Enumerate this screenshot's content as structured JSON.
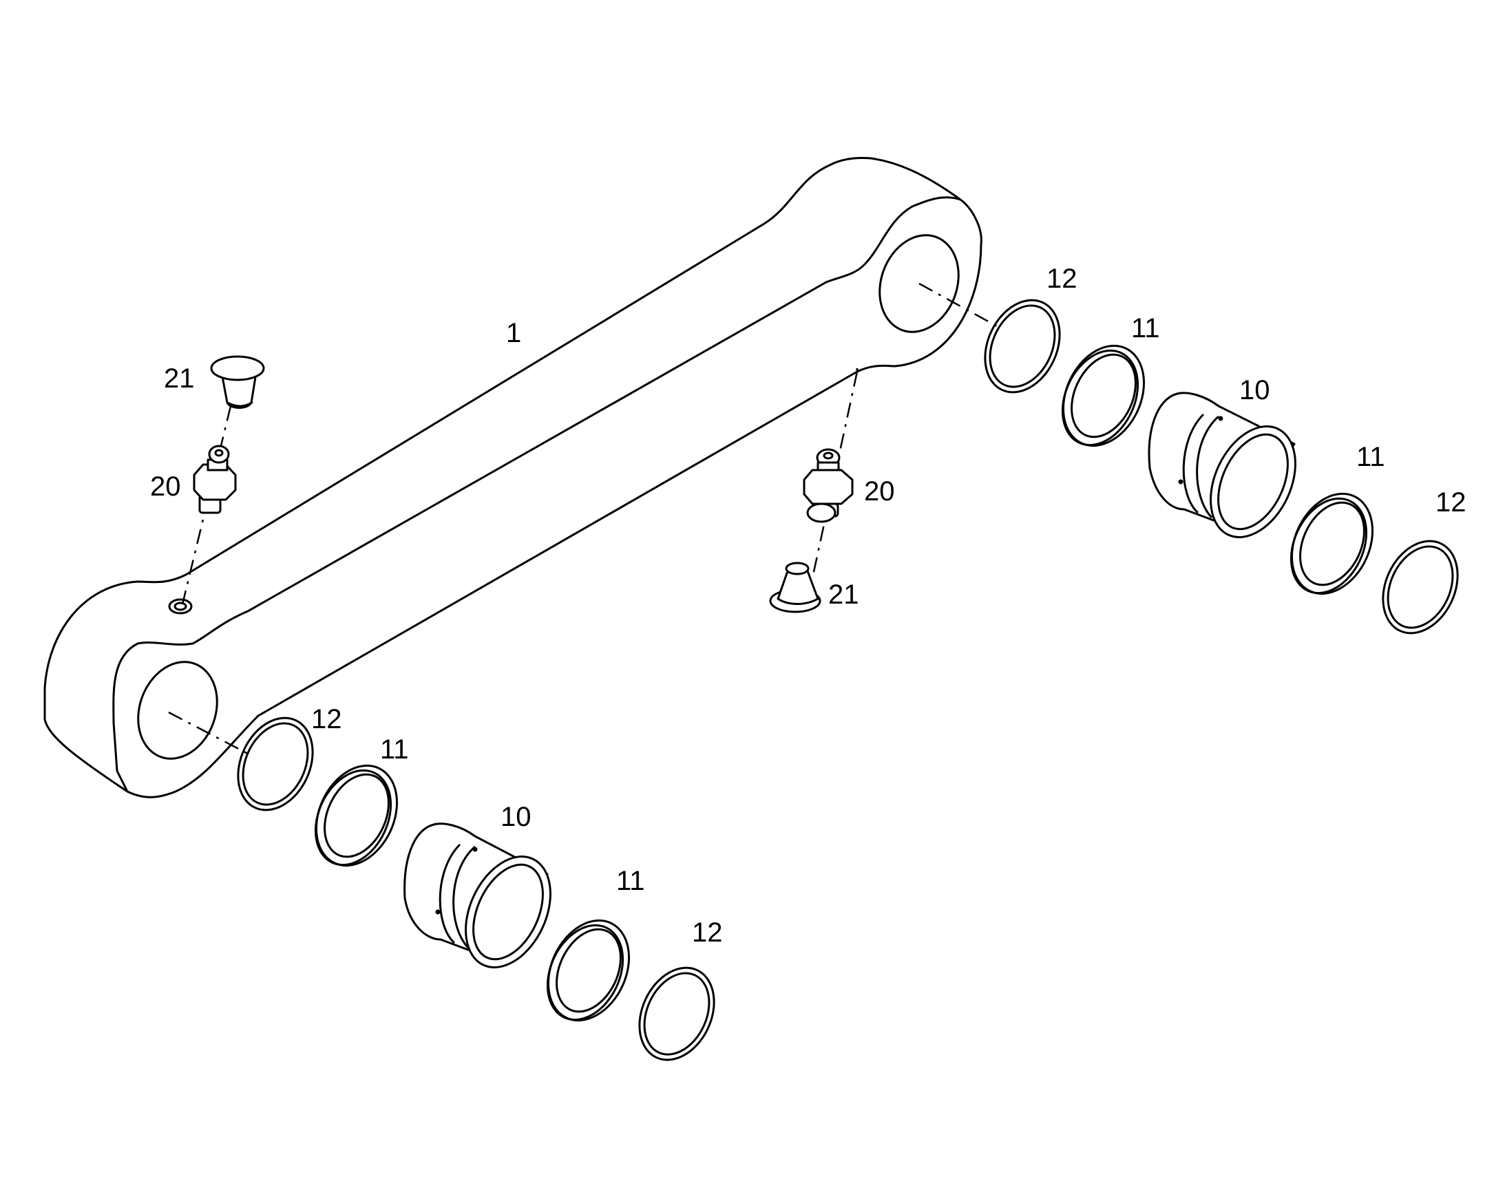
{
  "diagram": {
    "callouts": {
      "link": "1",
      "bushing_right": "10",
      "bushing_left": "10",
      "seal_right_inner": "11",
      "seal_right_outer": "11",
      "seal_left_inner": "11",
      "seal_left_outer": "11",
      "ring_right_inner": "12",
      "ring_right_outer": "12",
      "ring_left_inner": "12",
      "ring_left_outer": "12",
      "fitting_left": "20",
      "fitting_right": "20",
      "cap_left": "21",
      "cap_right": "21"
    }
  }
}
